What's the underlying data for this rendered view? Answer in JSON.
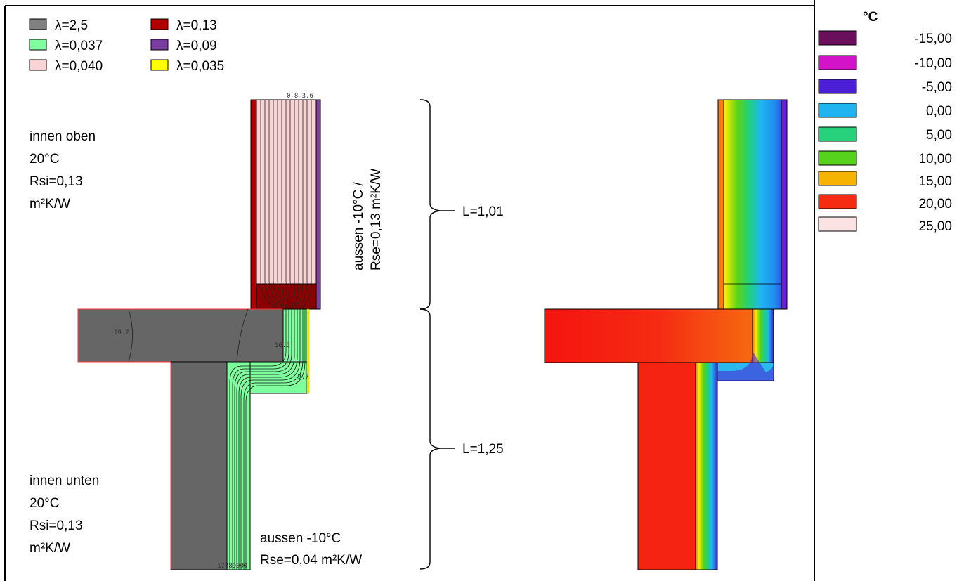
{
  "legend": [
    {
      "label": "λ=2,5",
      "color": "#808080"
    },
    {
      "label": "λ=0,037",
      "color": "#80ff9f"
    },
    {
      "label": "λ=0,040",
      "color": "#f8d4d4"
    },
    {
      "label": "λ=0,13",
      "color": "#b00000"
    },
    {
      "label": "λ=0,09",
      "color": "#7b3fa0"
    },
    {
      "label": "λ=0,035",
      "color": "#ffff00"
    }
  ],
  "labels": {
    "inner_top": [
      "innen oben",
      "20°C",
      "Rsi=0,13",
      "m²K/W"
    ],
    "inner_bottom": [
      "innen unten",
      "20°C",
      "Rsi=0,13",
      "m²K/W"
    ],
    "outer_top": [
      "aussen -10°C /",
      "Rse=0,13 m²K/W"
    ],
    "outer_bottom": [
      "aussen -10°C",
      "Rse=0,04 m²K/W"
    ],
    "length_top": "L=1,01",
    "length_bottom": "L=1,25"
  },
  "isotherm_labels": {
    "a": "19.7",
    "b": "0-8-3.6",
    "c": "16.5",
    "d": "-9.7",
    "e": "17889000"
  },
  "scale": {
    "unit": "°C",
    "items": [
      {
        "value": "-15,00",
        "color": "#6b0f5a"
      },
      {
        "value": "-10,00",
        "color": "#d313c8"
      },
      {
        "value": "-5,00",
        "color": "#4a1fd6"
      },
      {
        "value": "0,00",
        "color": "#1fb4f0"
      },
      {
        "value": "5,00",
        "color": "#27d07a"
      },
      {
        "value": "10,00",
        "color": "#56d21c"
      },
      {
        "value": "15,00",
        "color": "#f5b400"
      },
      {
        "value": "20,00",
        "color": "#f52b12"
      },
      {
        "value": "25,00",
        "color": "#fbe3e3"
      }
    ]
  }
}
